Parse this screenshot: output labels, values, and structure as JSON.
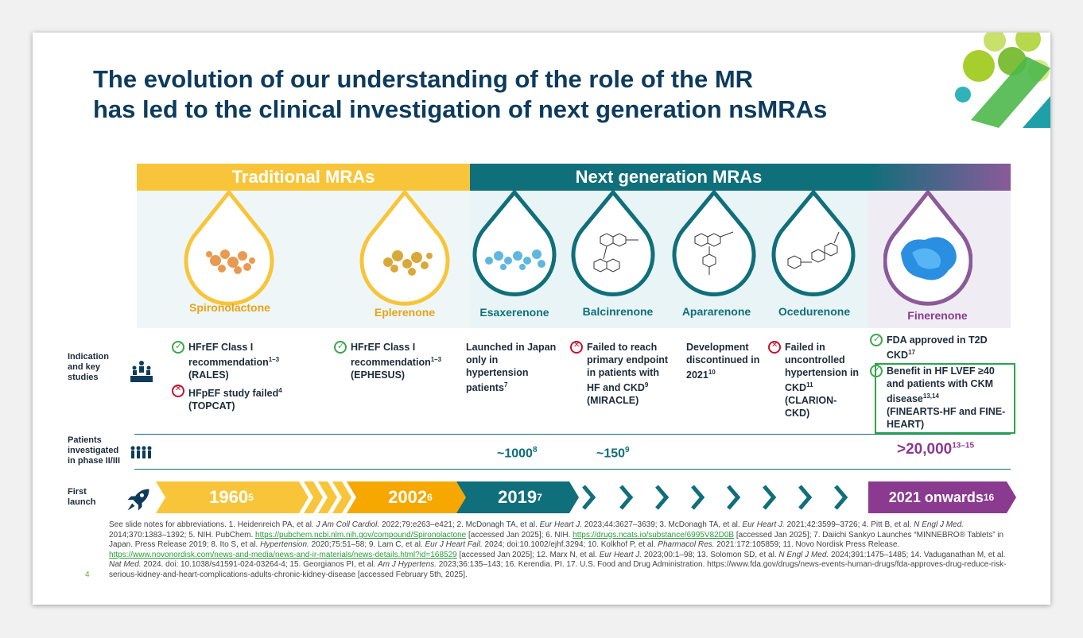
{
  "title_line1": "The evolution of our understanding of the role of the MR",
  "title_line2": "has led to the clinical investigation of next generation nsMRAs",
  "bands": {
    "traditional": "Traditional MRAs",
    "next": "Next generation MRAs"
  },
  "molecules": [
    "Spironolactone",
    "Eplerenone",
    "Esaxerenone",
    "Balcinrenone",
    "Apararenone",
    "Ocedurenone",
    "Finerenone"
  ],
  "row_labels": {
    "indication": [
      "Indication",
      "and key",
      "studies"
    ],
    "patients": [
      "Patients",
      "investigated",
      "in phase II/III"
    ],
    "launch": [
      "First",
      "launch"
    ]
  },
  "indications": {
    "spiro": {
      "ok_text": "HFrEF Class I recommendation",
      "ok_ref": "1–3",
      "ok_study": "(RALES)",
      "fail_text": "HFpEF study failed",
      "fail_ref": "4",
      "fail_study": "(TOPCAT)"
    },
    "eple": {
      "ok_text": "HFrEF Class I recommendation",
      "ok_ref": "1–3",
      "ok_study": "(EPHESUS)"
    },
    "esax": {
      "text": "Launched in Japan only in hypertension patients",
      "ref": "7"
    },
    "balc": {
      "text": "Failed to reach primary endpoint in patients with HF and CKD",
      "ref": "9",
      "study": "(MIRACLE)"
    },
    "apar": {
      "text": "Development discontinued in 2021",
      "ref": "10"
    },
    "oced": {
      "text": "Failed in uncontrolled hypertension in CKD",
      "ref": "11",
      "study": "(CLARION-CKD)"
    },
    "fine1": {
      "text": "FDA approved in T2D CKD",
      "ref": "17"
    },
    "fine2": {
      "text": "Benefit in HF LVEF ≥40 and patients with CKM disease",
      "ref": "13,14",
      "study": "(FINEARTS-HF and FINE-HEART)"
    }
  },
  "patients": {
    "esax": "~1000",
    "esax_ref": "8",
    "balc": "~150",
    "balc_ref": "9",
    "fine": ">20,000",
    "fine_ref": "13–15"
  },
  "launch": {
    "y1960": "1960",
    "y1960_ref": "5",
    "y2002": "2002",
    "y2002_ref": "6",
    "y2019": "2019",
    "y2019_ref": "7",
    "y2021": "2021 onwards",
    "y2021_ref": "16"
  },
  "page_number": "4",
  "references": {
    "p1": "See slide notes for abbreviations. 1. Heidenreich PA, et al. ",
    "j1": "J Am Coll Cardiol.",
    "p2": " 2022;79:e263–e421; 2. McDonagh TA, et al. ",
    "j2": "Eur Heart J.",
    "p3": " 2023;44:3627–3639; 3. McDonagh TA, et al. ",
    "j3": "Eur Heart J.",
    "p4": " 2021;42:3599–3726; 4. Pitt B, et al. ",
    "j4": "N Engl J Med.",
    "p5": " 2014;370:1383–1392; 5. NIH. PubChem. ",
    "link1": "https://pubchem.ncbi.nlm.nih.gov/compound/Spironolactone",
    "p6": " [accessed Jan 2025]; 6. NIH. ",
    "link2": "https://drugs.ncats.io/substance/6995V82D0B",
    "p7": " [accessed Jan 2025]; 7. Daiichi Sankyo Launches “MINNEBRO® Tablets” in Japan. Press Release 2019; 8. Ito S, et al. ",
    "j5": "Hypertension.",
    "p8": " 2020;75:51–58; 9. Lam C, et al. ",
    "j6": "Eur J Heart Fail.",
    "p9": " 2024; doi:10.1002/ejhf.3294; 10. Kolkhof P, et al. ",
    "j7": "Pharmacol Res.",
    "p10": " 2021:172:105859; 11. Novo Nordisk Press Release. ",
    "link3": "https://www.novonordisk.com/news-and-media/news-and-ir-materials/news-details.html?id=168529",
    "p11": " [accessed Jan 2025]; 12. Marx N, et al. ",
    "j8": "Eur Heart J.",
    "p12": " 2023;00:1–98; 13. Solomon SD, et al. ",
    "j9": "N Engl J Med.",
    "p13": " 2024;391:1475–1485; 14. Vaduganathan M, et al. ",
    "j10": "Nat Med.",
    "p14": " 2024. doi: 10.1038/s41591-024-03264-4; 15. Georgianos PI, et al. ",
    "j11": "Am J Hypertens.",
    "p15": " 2023;36:135–143; 16. Kerendia. PI. 17. U.S. Food and Drug Administration. https://www.fda.gov/drugs/news-events-human-drugs/fda-approves-drug-reduce-risk-serious-kidney-and-heart-complications-adults-chronic-kidney-disease [accessed February 5th, 2025]."
  },
  "colors": {
    "navy": "#0d3b5c",
    "yellow": "#f8c53a",
    "teal": "#0f6f7a",
    "purple": "#8a3a8f",
    "green": "#3aa549",
    "red": "#c8102e"
  }
}
